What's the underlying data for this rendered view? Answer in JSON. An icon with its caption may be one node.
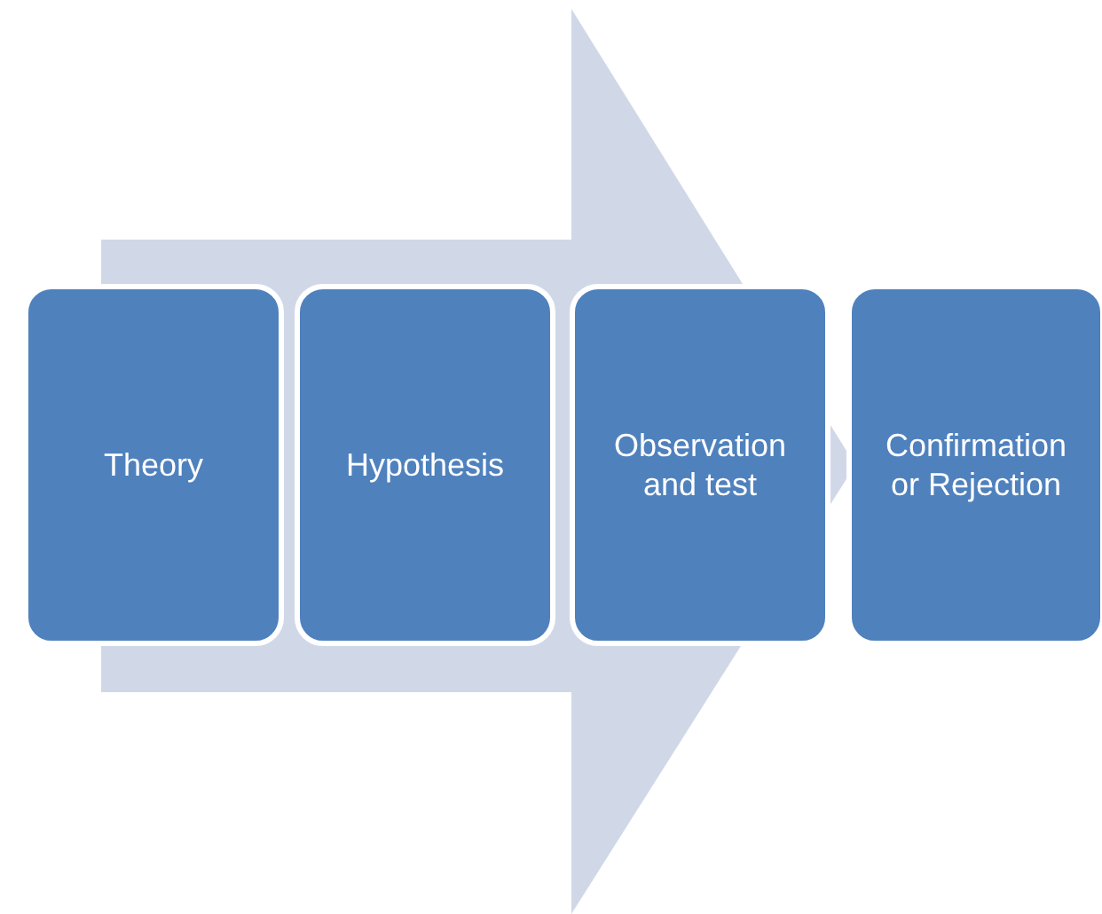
{
  "diagram": {
    "nodes": [
      {
        "text": [
          "Theory"
        ]
      },
      {
        "text": [
          "Hypothesis"
        ]
      },
      {
        "text": [
          "Observation and test"
        ]
      },
      {
        "text": [
          "Confirmation or Rejection"
        ]
      }
    ],
    "edges": [
      {
        "from": 0,
        "to": 3,
        "arrow": "to"
      }
    ]
  }
}
